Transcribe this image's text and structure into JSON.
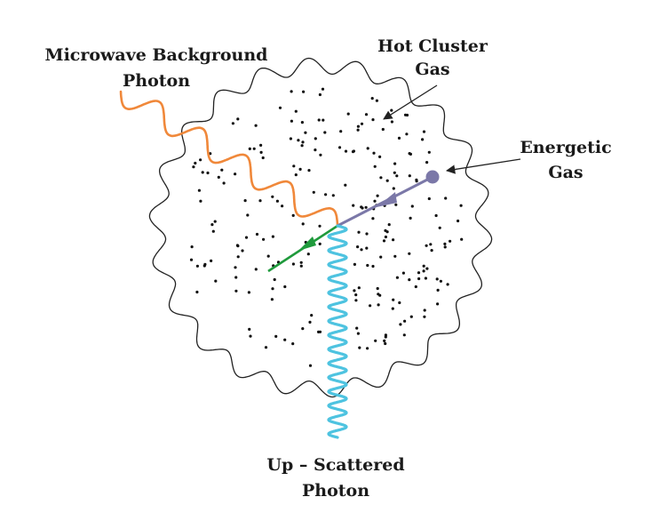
{
  "labels": {
    "microwave_line1": "Microwave Background",
    "microwave_line2": "Photon",
    "hot_line1": "Hot Cluster",
    "hot_line2": "Gas",
    "energetic_line1": "Energetic",
    "energetic_line2": "Gas",
    "scattered_line1": "Up – Scattered",
    "scattered_line2": "Photon"
  },
  "colors": {
    "microwave_photon": "#f0883a",
    "scattered_photon": "#4ec3e0",
    "energetic_path": "#7b78a8",
    "scattered_electron": "#1f9a3c",
    "cluster_outline": "#222222",
    "gas_dots": "#111111"
  }
}
